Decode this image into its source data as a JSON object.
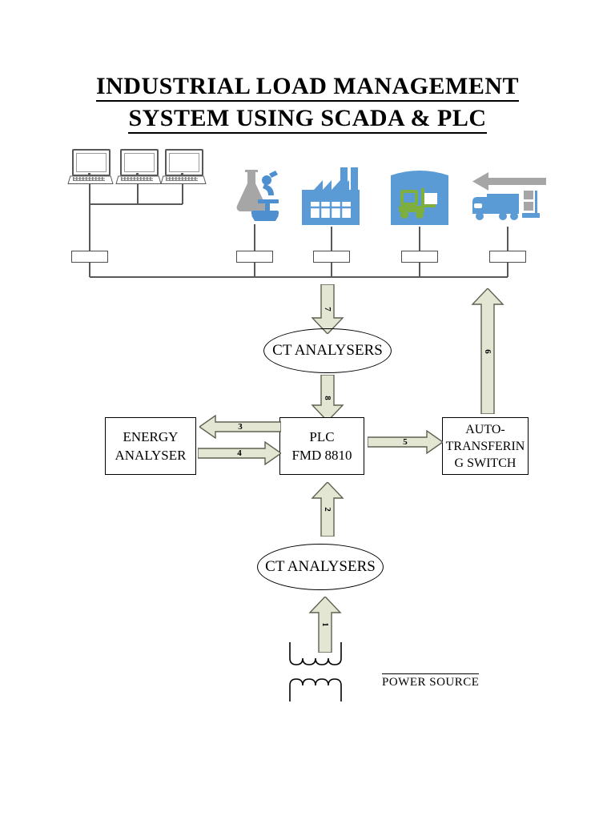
{
  "document": {
    "title_line_1": "INDUSTRIAL LOAD MANAGEMENT",
    "title_line_2": "SYSTEM USING SCADA & PLC"
  },
  "scada_nodes": [
    {
      "name": "workstation-1",
      "icon": "computer-monitor-icon"
    },
    {
      "name": "workstation-2",
      "icon": "computer-monitor-icon"
    },
    {
      "name": "workstation-3",
      "icon": "computer-monitor-icon"
    }
  ],
  "load_icons": [
    {
      "name": "laboratory",
      "icon": "microscope-flask-icon"
    },
    {
      "name": "factory",
      "icon": "factory-icon"
    },
    {
      "name": "warehouse",
      "icon": "warehouse-forklift-icon"
    },
    {
      "name": "logistics",
      "icon": "delivery-truck-icon"
    }
  ],
  "breakers": [
    {
      "label": ""
    },
    {
      "label": ""
    },
    {
      "label": ""
    },
    {
      "label": ""
    },
    {
      "label": ""
    }
  ],
  "blocks": {
    "ct_analysers_top": "CT ANALYSERS",
    "ct_analysers_bottom": "CT ANALYSERS",
    "energy_analyser_line_1": "ENERGY",
    "energy_analyser_line_2": "ANALYSER",
    "plc_line_1": "PLC",
    "plc_line_2": "FMD 8810",
    "ats_line_1": "AUTO-",
    "ats_line_2": "TRANSFERIN",
    "ats_line_3": "G SWITCH",
    "power_source": "POWER SOURCE"
  },
  "arrows": [
    {
      "id": "arrow-1",
      "label": "1",
      "from": "power-source",
      "to": "ct-analysers-bottom",
      "direction": "up"
    },
    {
      "id": "arrow-2",
      "label": "2",
      "from": "ct-analysers-bottom",
      "to": "plc",
      "direction": "up"
    },
    {
      "id": "arrow-3",
      "label": "3",
      "from": "plc",
      "to": "energy-analyser",
      "direction": "left"
    },
    {
      "id": "arrow-4",
      "label": "4",
      "from": "energy-analyser",
      "to": "plc",
      "direction": "right"
    },
    {
      "id": "arrow-5",
      "label": "5",
      "from": "plc",
      "to": "auto-transfering-switch",
      "direction": "right"
    },
    {
      "id": "arrow-6",
      "label": "6",
      "from": "auto-transfering-switch",
      "to": "bus-bar",
      "direction": "up"
    },
    {
      "id": "arrow-7",
      "label": "7",
      "from": "bus-bar",
      "to": "ct-analysers-top",
      "direction": "down"
    },
    {
      "id": "arrow-8",
      "label": "8",
      "from": "ct-analysers-top",
      "to": "plc",
      "direction": "down"
    }
  ],
  "colors": {
    "arrow_fill": "#E3E6D3",
    "arrow_stroke": "#5F6150",
    "icon_blue": "#5B9BD5",
    "icon_green": "#7DAE3E",
    "icon_gray": "#A6A6A6",
    "line": "#595959",
    "text": "#000000"
  }
}
